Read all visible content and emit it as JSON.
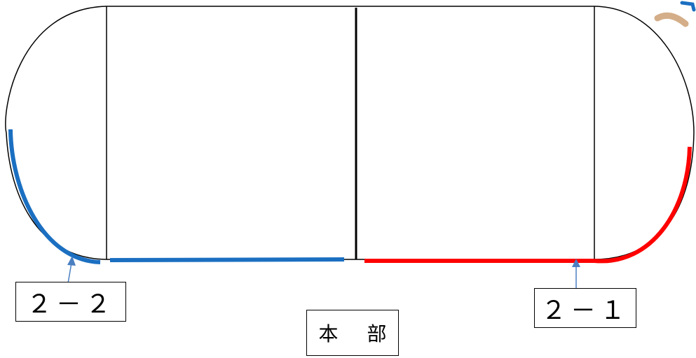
{
  "labels": {
    "section_2_2": "２－２",
    "section_2_1": "２－１",
    "headquarters": "本 部"
  },
  "colors": {
    "outline": "#000000",
    "section_2_2": "#1b6fc1",
    "section_2_1": "#ff0000",
    "arrow": "#4a7fc1",
    "corner_decoration": "#c99a6b"
  }
}
